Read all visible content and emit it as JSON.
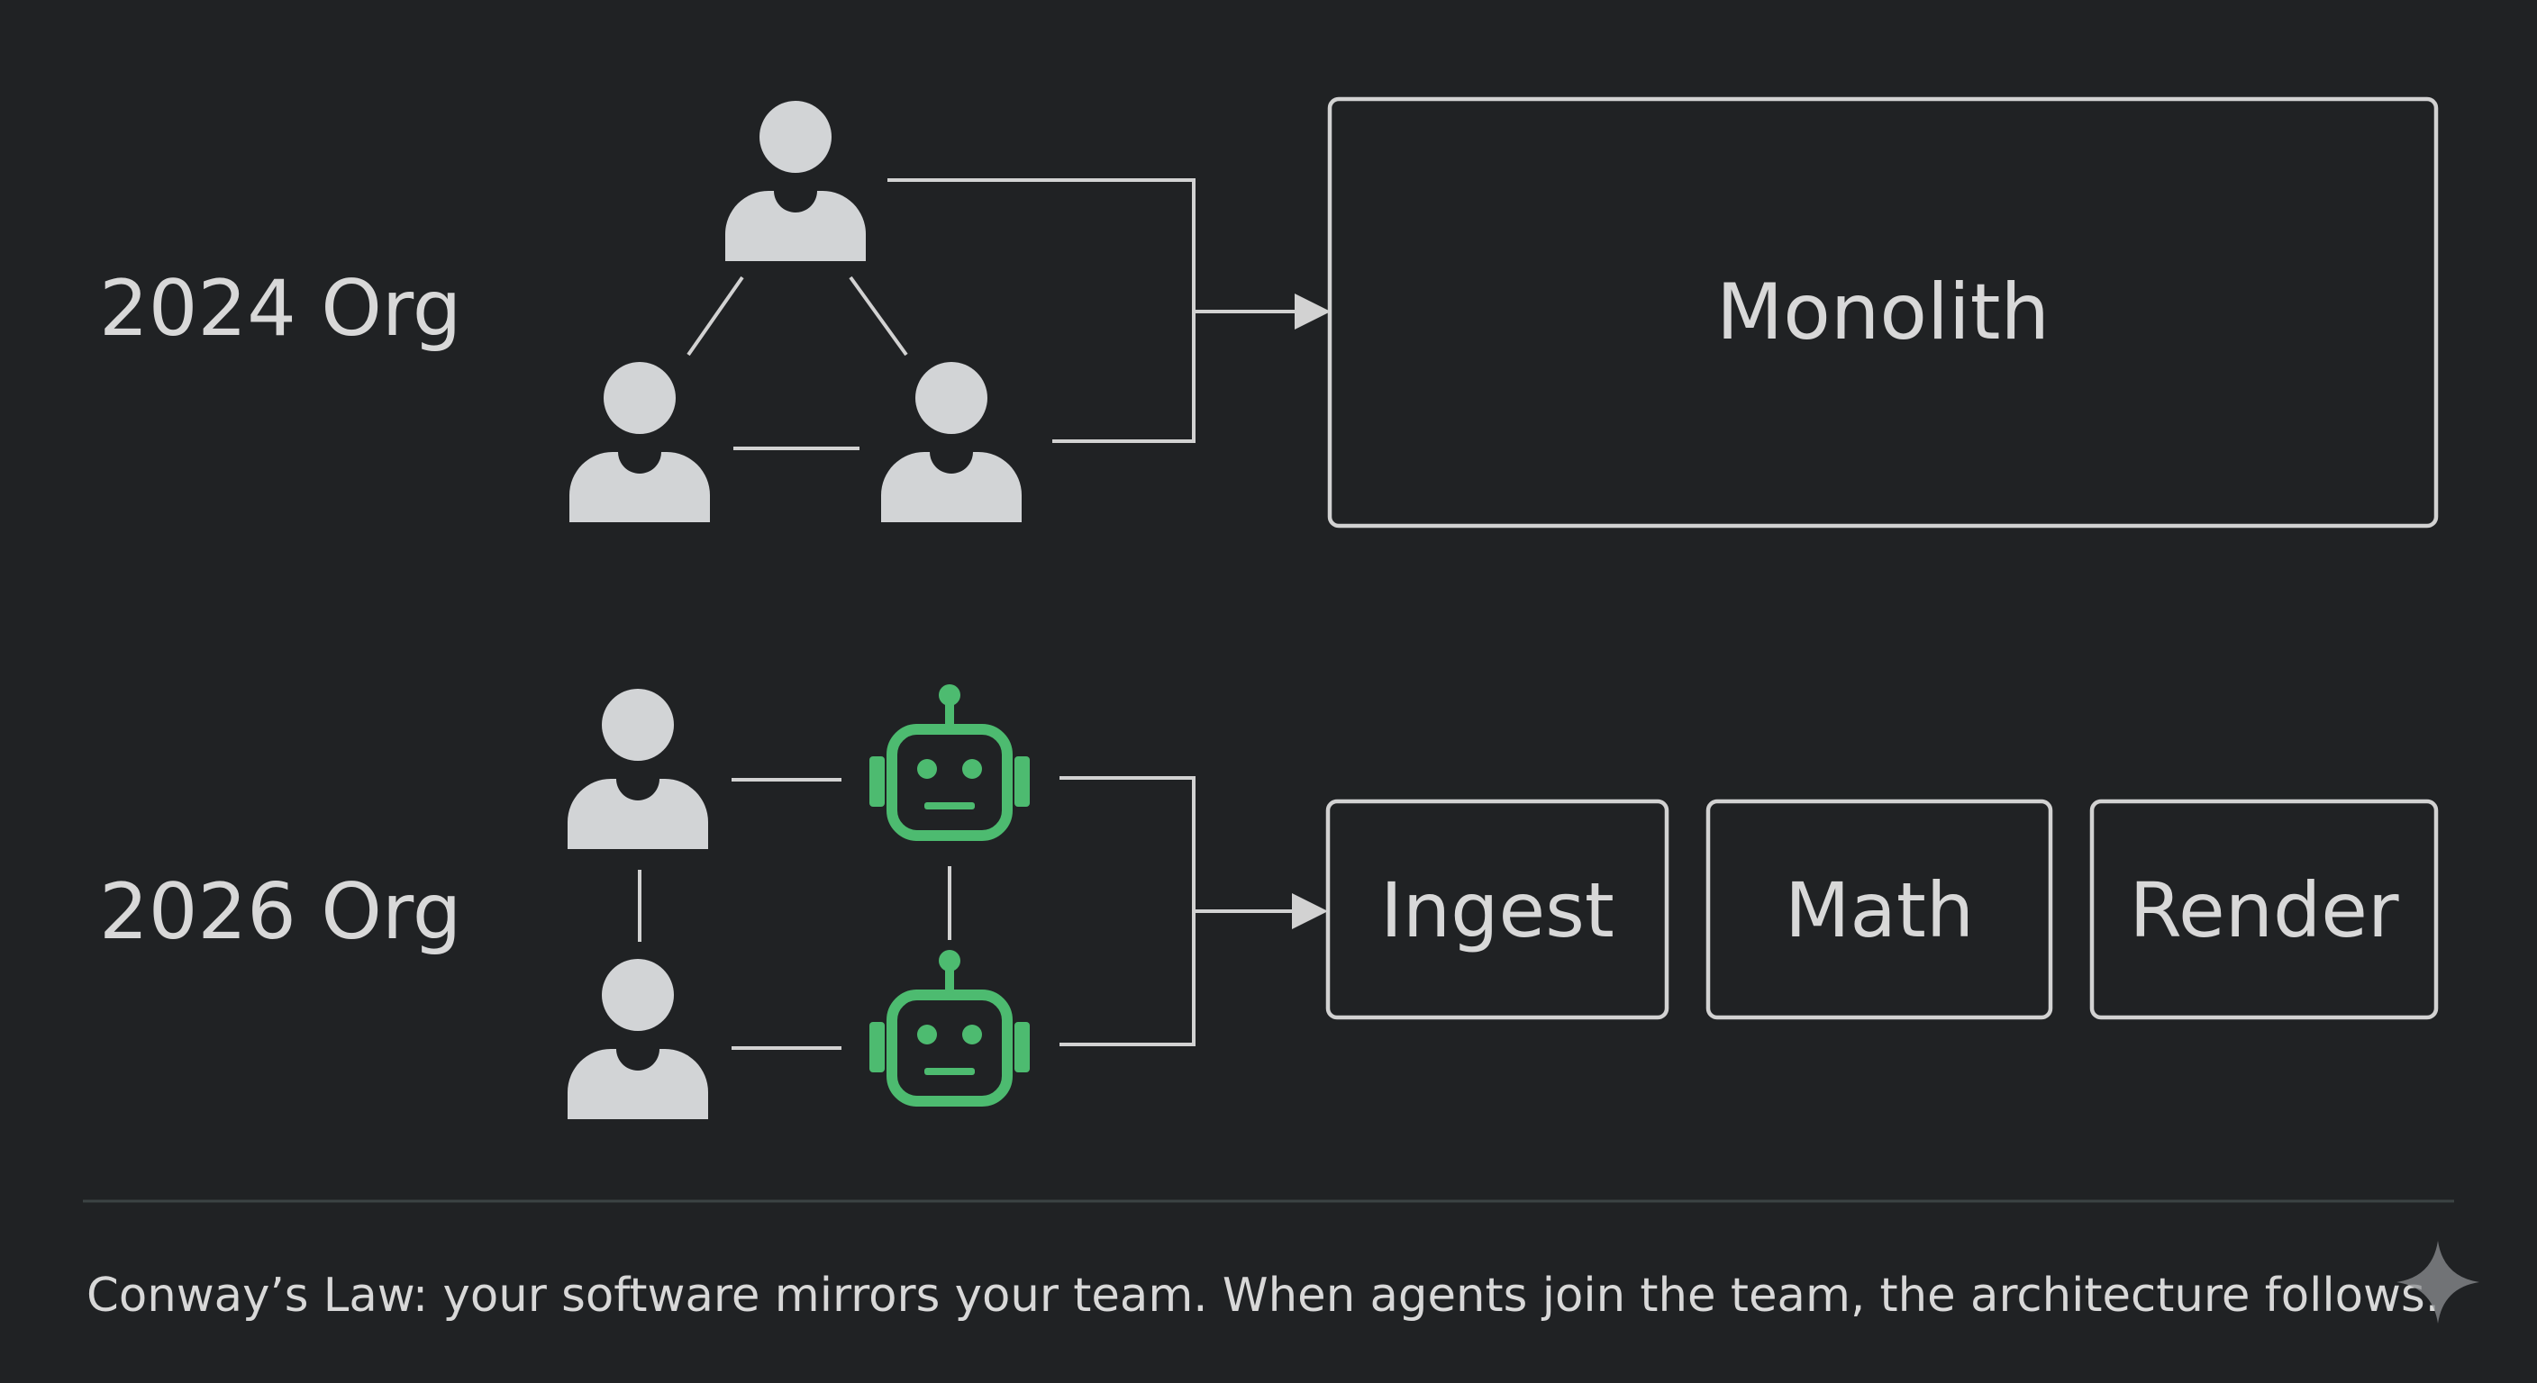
{
  "rows": [
    {
      "label": "2024 Org",
      "modules": [
        "Monolith"
      ]
    },
    {
      "label": "2026 Org",
      "modules": [
        "Ingest",
        "Math",
        "Render"
      ]
    }
  ],
  "caption": "Conway’s Law: your software mirrors your team. When agents join the team, the architecture follows.",
  "icons": {
    "human": "person-icon",
    "agent": "robot-icon",
    "corner": "sparkle-icon"
  },
  "colors": {
    "background": "#202224",
    "line": "#d2d2d2",
    "person": "#d2d4d6",
    "agent": "#4dbb70",
    "divider": "#3c4444"
  }
}
